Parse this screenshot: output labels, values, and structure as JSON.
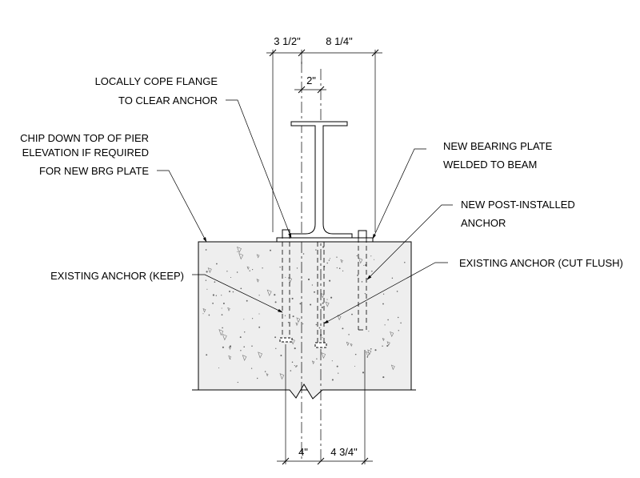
{
  "notes": {
    "cope_flange": [
      "LOCALLY COPE FLANGE",
      "TO CLEAR ANCHOR"
    ],
    "chip_down": [
      "CHIP DOWN TOP OF PIER",
      "ELEVATION IF REQUIRED",
      "FOR NEW BRG PLATE"
    ],
    "bearing_plate": [
      "NEW BEARING PLATE",
      "WELDED TO BEAM"
    ],
    "post_installed": [
      "NEW POST-INSTALLED",
      "ANCHOR"
    ],
    "existing_keep": "EXISTING ANCHOR (KEEP)",
    "existing_cut": "EXISTING ANCHOR (CUT FLUSH)"
  },
  "dimensions": {
    "top_left": "3 1/2\"",
    "top_right": "8 1/4\"",
    "top_small": "2\"",
    "bottom_left": "4\"",
    "bottom_right": "4 3/4\""
  }
}
